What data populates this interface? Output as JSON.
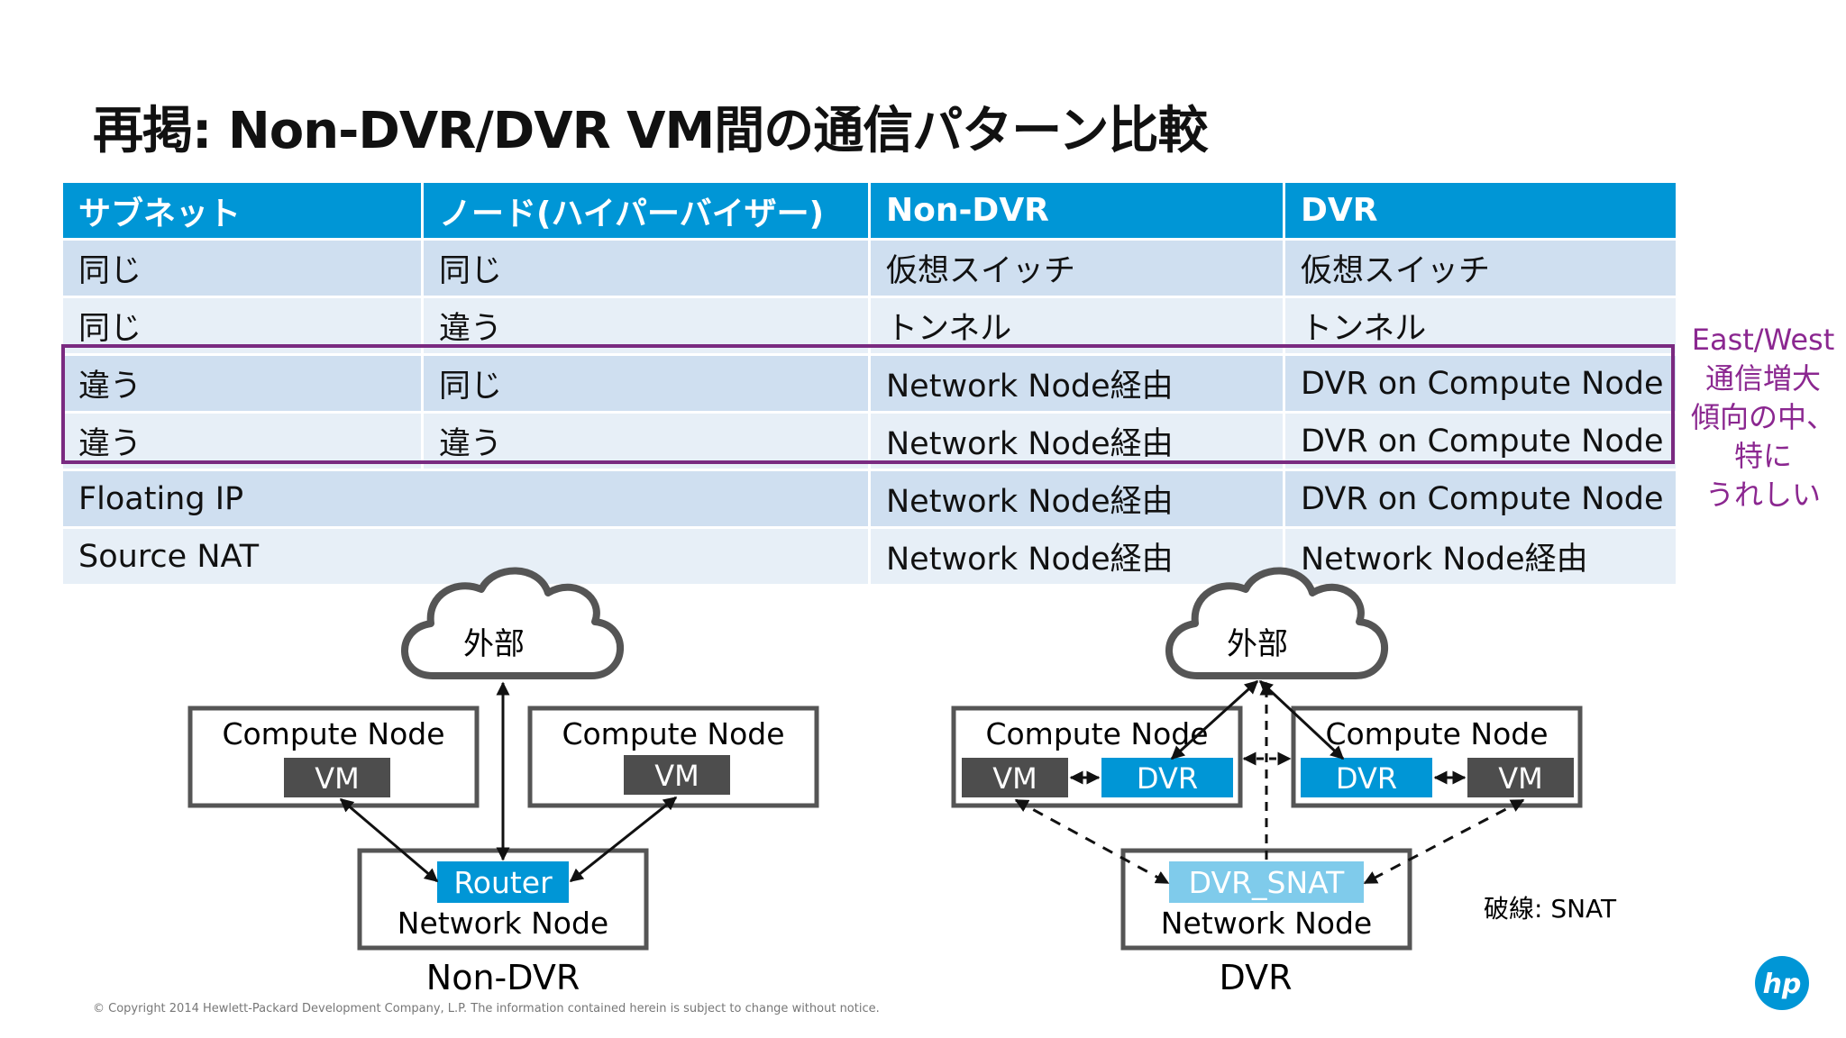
{
  "title": "再掲: Non-DVR/DVR   VM間の通信パターン比較",
  "table": {
    "headers": [
      "サブネット",
      "ノード(ハイパーバイザー)",
      "Non-DVR",
      "DVR"
    ],
    "rows": [
      [
        "同じ",
        "同じ",
        "仮想スイッチ",
        "仮想スイッチ"
      ],
      [
        "同じ",
        "違う",
        "トンネル",
        "トンネル"
      ],
      [
        "違う",
        "同じ",
        "Network Node経由",
        "DVR on Compute Node"
      ],
      [
        "違う",
        "違う",
        "Network Node経由",
        "DVR on Compute Node"
      ],
      [
        "Floating IP",
        "Network Node経由",
        "DVR on Compute Node"
      ],
      [
        "Source NAT",
        "Network Node経由",
        "Network Node経由"
      ]
    ]
  },
  "note": [
    "East/West",
    "通信増大",
    "傾向の中、",
    "特に",
    "うれしい"
  ],
  "diagram_left": {
    "cloud": "外部",
    "compute_node": "Compute Node",
    "vm": "VM",
    "router": "Router",
    "network_node": "Network Node",
    "caption": "Non-DVR"
  },
  "diagram_right": {
    "cloud": "外部",
    "compute_node": "Compute Node",
    "vm": "VM",
    "dvr": "DVR",
    "dvr_snat": "DVR_SNAT",
    "network_node": "Network Node",
    "caption": "DVR",
    "legend": "破線: SNAT"
  },
  "copyright": "© Copyright 2014 Hewlett-Packard Development Company, L.P.  The information contained herein is subject to change without notice.",
  "logo_text": "hp",
  "colors": {
    "header_blue": "#0096d6",
    "highlight_purple": "#7a2a80",
    "vm_dark": "#4d4d4d",
    "snat_light": "#7fcbeb"
  }
}
